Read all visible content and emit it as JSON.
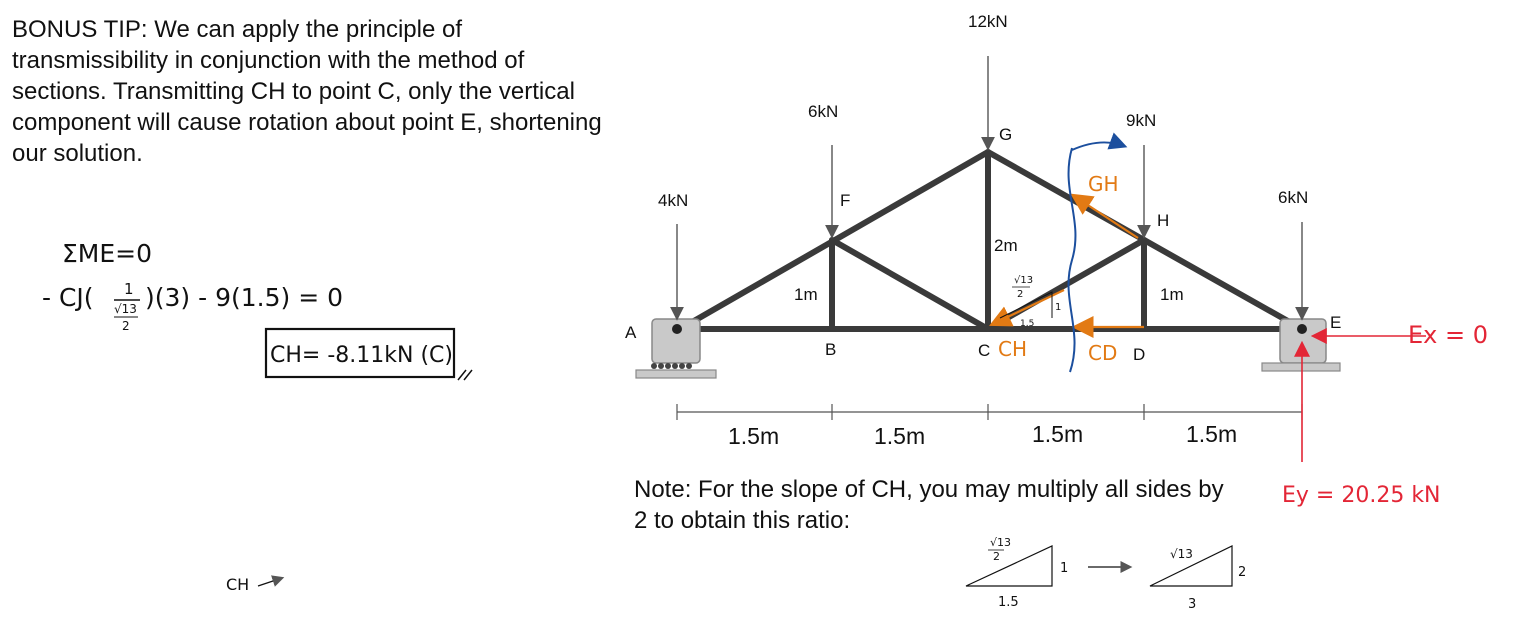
{
  "text": {
    "bonus_tip": "BONUS TIP: We can apply the principle of transmissibility in conjunction with the method of sections. Transmitting CH to point C, only the vertical component will cause rotation about point E, shortening our solution.",
    "note": "Note: For the slope of CH, you may multiply all sides by 2 to obtain this ratio:"
  },
  "handwritten": {
    "moment_eq_title": "ΣME=0",
    "moment_eq_a": "- CJ(",
    "moment_eq_b": ")(3) - 9(1.5) = 0",
    "frac_num": "1",
    "frac_den": "√13",
    "frac_den2": "2",
    "result": "CH= -8.11kN (C)",
    "gh_label": "GH",
    "ch_label": "CH",
    "cd_label": "CD",
    "ex": "Ex = 0",
    "ey": "Ey = 20.25 kN",
    "slope_top": "√13",
    "slope_top_den": "2",
    "slope_one": "1",
    "slope_one_five": "1.5",
    "tri_ch": "CH",
    "tri1_h": "√13",
    "tri1_h_den": "2",
    "tri1_v": "1",
    "tri1_b": "1.5",
    "tri2_h": "√13",
    "tri2_v": "2",
    "tri2_b": "3"
  },
  "truss": {
    "nodes": {
      "A": "A",
      "B": "B",
      "C": "C",
      "D": "D",
      "E": "E",
      "F": "F",
      "G": "G",
      "H": "H"
    },
    "loads": {
      "A": "4kN",
      "F": "6kN",
      "G": "12kN",
      "H": "9kN",
      "E": "6kN"
    },
    "dims": {
      "fb": "1m",
      "hd": "1m",
      "gc": "2m",
      "spans": [
        "1.5m",
        "1.5m",
        "1.5m",
        "1.5m"
      ]
    }
  },
  "colors": {
    "truss": "#3a3a3a",
    "orange": "#e27a14",
    "blue": "#1c4f9e",
    "red": "#e32636"
  }
}
